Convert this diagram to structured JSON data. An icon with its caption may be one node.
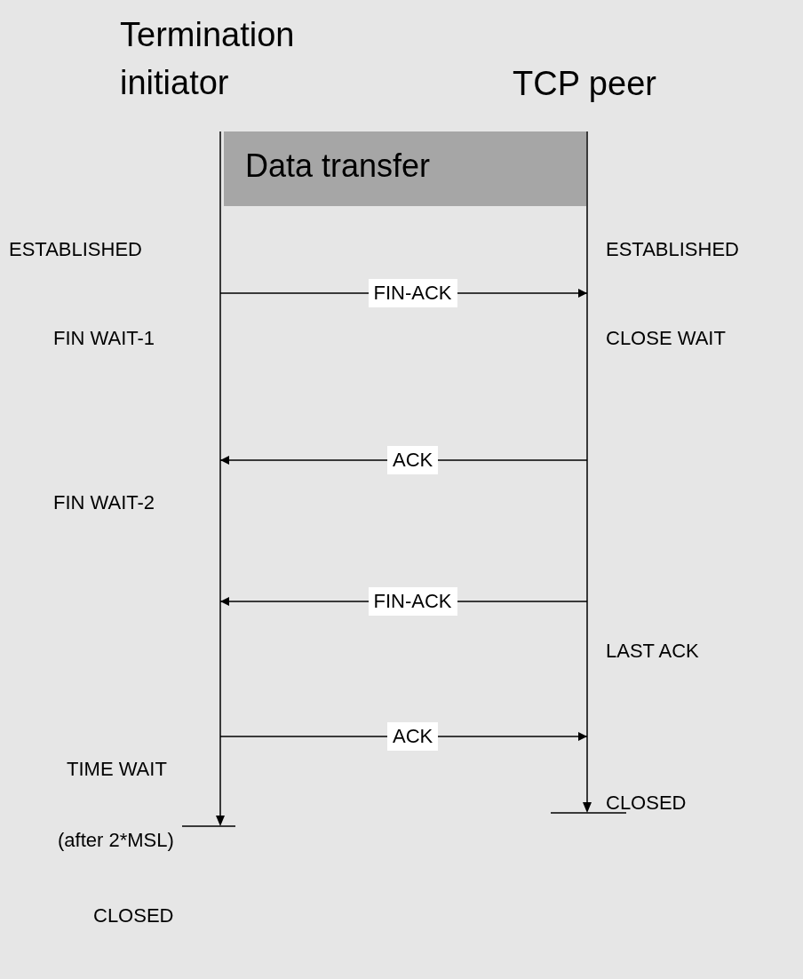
{
  "diagram": {
    "nodes": [
      {
        "text": [
          "Termination initiator"
        ]
      },
      {
        "text": [
          "TCP peer"
        ]
      },
      {
        "text": [
          "Data transfer"
        ]
      }
    ],
    "edges": [
      {
        "from": 0,
        "to": 1,
        "arrow": "to",
        "label": "FIN-ACK"
      },
      {
        "from": 1,
        "to": 0,
        "arrow": "to",
        "label": "ACK"
      },
      {
        "from": 1,
        "to": 0,
        "arrow": "to",
        "label": "FIN-ACK"
      },
      {
        "from": 0,
        "to": 1,
        "arrow": "to",
        "label": "ACK"
      }
    ],
    "labels": [
      "ESTABLISHED",
      "ESTABLISHED",
      "FIN WAIT-1",
      "CLOSE WAIT",
      "FIN WAIT-2",
      "LAST ACK",
      "TIME WAIT",
      "CLOSED",
      "(after 2*MSL)",
      "CLOSED"
    ]
  }
}
